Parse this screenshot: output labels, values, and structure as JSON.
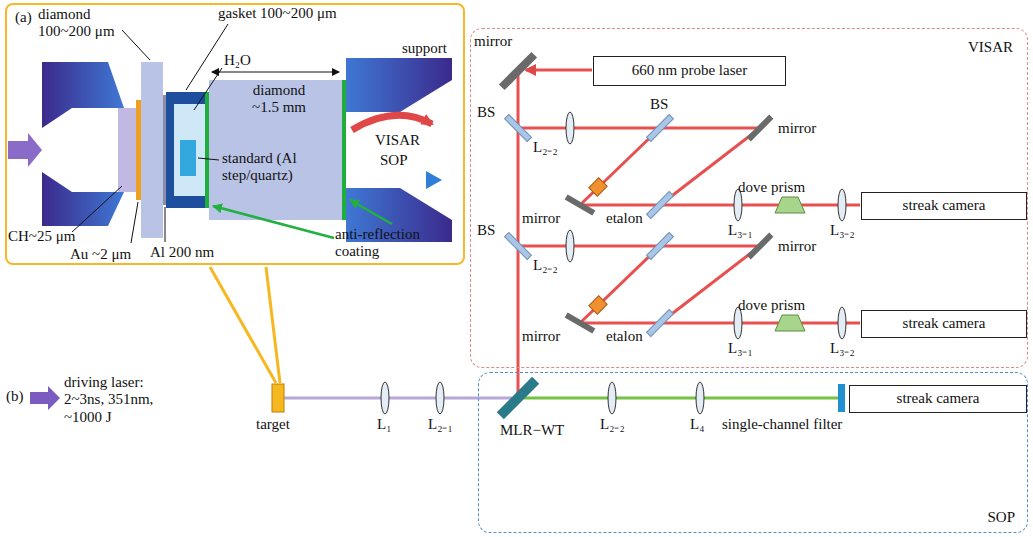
{
  "diagram": {
    "nodes": [
      {
        "text": [
          "(a)"
        ]
      },
      {
        "text": [
          "VISAR"
        ]
      },
      {
        "text": [
          "660 nm probe laser"
        ],
        "in": 1
      },
      {
        "text": [
          "streak camera"
        ],
        "in": 1
      },
      {
        "text": [
          "streak camera"
        ],
        "in": 1
      },
      {
        "text": [
          "SOP"
        ]
      },
      {
        "text": [
          "streak camera"
        ],
        "in": 5
      }
    ],
    "labels": [
      "diamond 100~200 μm",
      "gasket 100~200 μm",
      "H₂O",
      "support",
      "VISAR",
      "SOP",
      "diamond ~1.5 mm",
      "Au ~2 μm",
      "standard (Al step/quartz)",
      "CH~25 μm",
      "Al 200 nm",
      "anti-reflection coating",
      "mirror",
      "BS",
      "L₂₋₂",
      "BS",
      "mirror",
      "mirror",
      "etalon",
      "dove prism",
      "L₃₋₁",
      "L₃₋₂",
      "BS",
      "L₂₋₂",
      "mirror",
      "mirror",
      "etalon",
      "dove prism",
      "L₃₋₁",
      "L₃₋₂",
      "(b)",
      "driving laser: 2~3ns, 351nm, ~1000 J",
      "target",
      "L₁",
      "L₂₋₁",
      "MLR−WT",
      "L₂₋₂",
      "L₄",
      "single-channel filter"
    ]
  }
}
